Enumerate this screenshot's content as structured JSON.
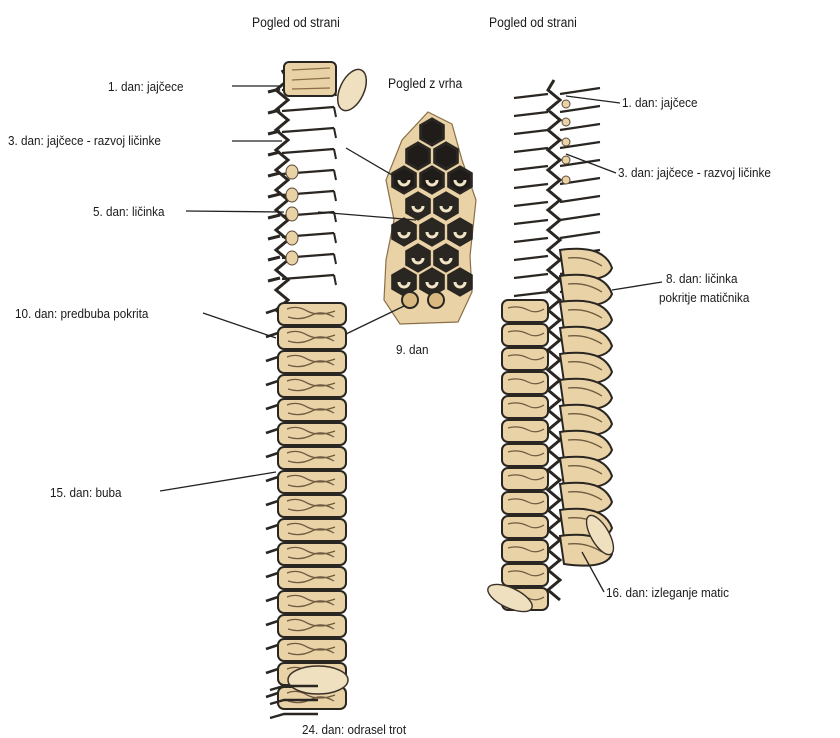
{
  "headers": {
    "left_view": "Pogled od strani",
    "right_view": "Pogled od strani",
    "top_view": "Pogled z vrha"
  },
  "left_comb": {
    "labels": {
      "day1": "1. dan: jajčece",
      "day3": "3. dan: jajčece - razvoj ličinke",
      "day5": "5. dan: ličinka",
      "day10": "10. dan: predbuba pokrita",
      "day15": "15. dan: buba",
      "day24": "24. dan: odrasel trot"
    }
  },
  "top_view": {
    "caption": "9. dan"
  },
  "right_comb": {
    "labels": {
      "day1": "1. dan: jajčece",
      "day3": "3. dan: jajčece - razvoj ličinke",
      "day8_line1": "8. dan: ličinka",
      "day8_line2": "pokritje matičnika",
      "day16": "16. dan: izleganje matic"
    }
  },
  "colors": {
    "cell_fill": "#e9d2a6",
    "cell_fill_dark": "#d9b980",
    "wax_wall": "#2a2622",
    "leader": "#222222"
  }
}
